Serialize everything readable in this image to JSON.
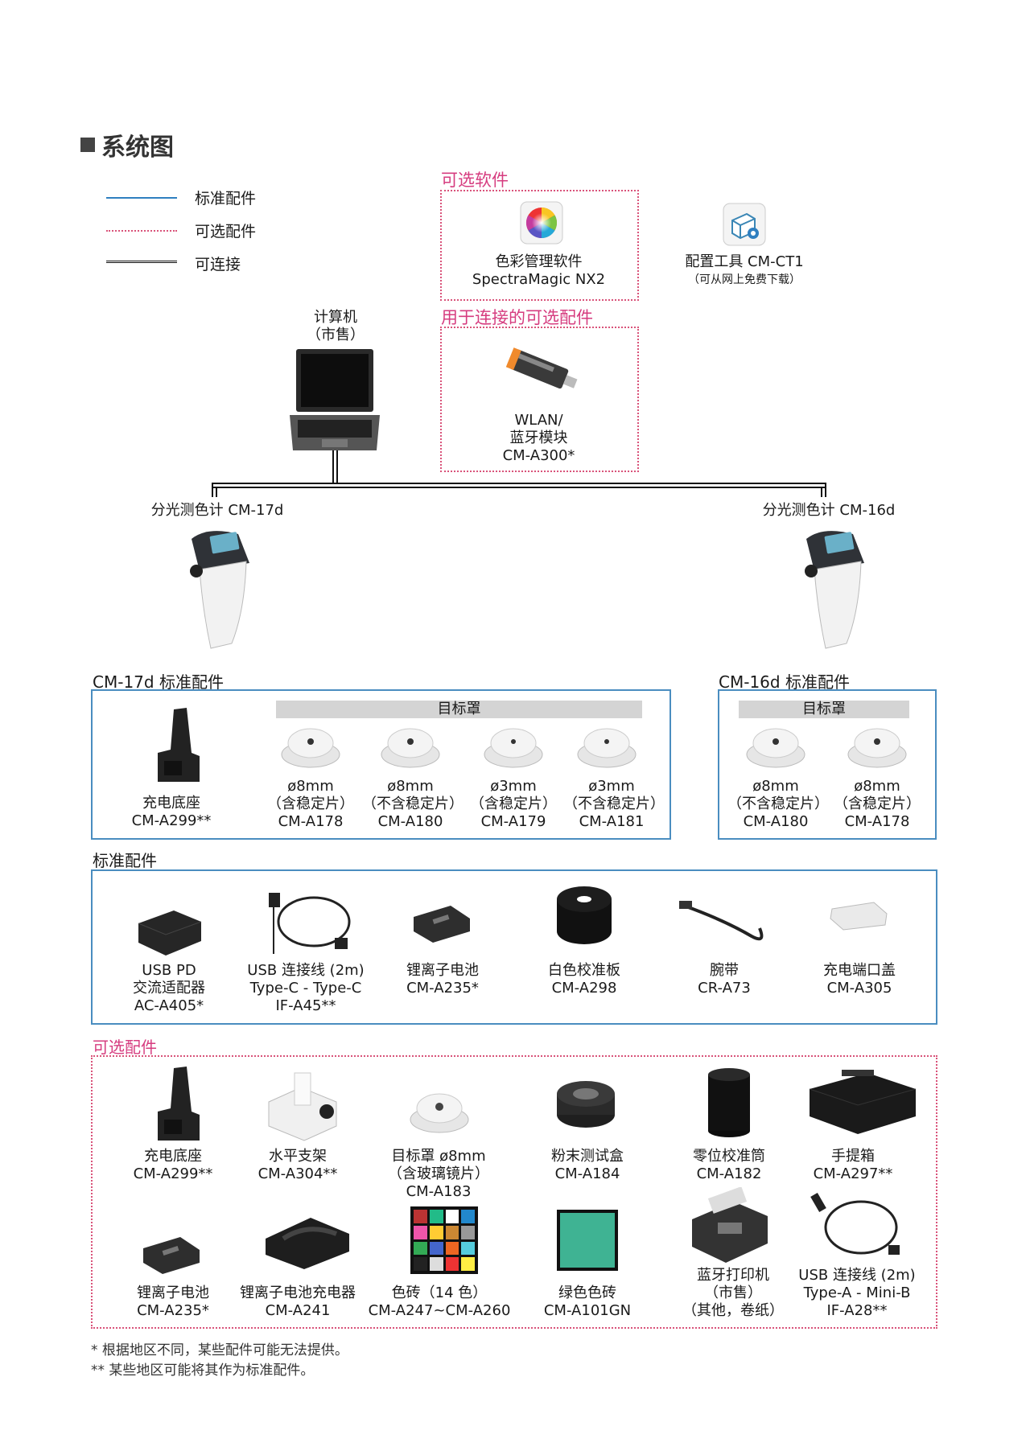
{
  "title": "系统图",
  "legend": {
    "standard": "标准配件",
    "optional": "可选配件",
    "connectable": "可连接"
  },
  "software_section": {
    "label": "可选软件",
    "spectramagic": {
      "line1": "色彩管理软件",
      "line2": "SpectraMagic NX2"
    }
  },
  "config_tool": {
    "line1": "配置工具 CM-CT1",
    "line2": "（可从网上免费下载）"
  },
  "connection_section": {
    "label": "用于连接的可选配件",
    "wlan": {
      "line1": "WLAN/",
      "line2": "蓝牙模块",
      "line3": "CM-A300*"
    }
  },
  "computer": {
    "line1": "计算机",
    "line2": "（市售）"
  },
  "instruments": {
    "left": "分光测色计 CM-17d",
    "right": "分光测色计 CM-16d"
  },
  "cm17d_std": {
    "label": "CM-17d 标准配件",
    "target_mask_header": "目标罩",
    "charger": {
      "line1": "充电底座",
      "line2": "CM-A299**"
    },
    "masks": [
      {
        "line1": "ø8mm",
        "line2": "（含稳定片）",
        "line3": "CM-A178"
      },
      {
        "line1": "ø8mm",
        "line2": "（不含稳定片）",
        "line3": "CM-A180"
      },
      {
        "line1": "ø3mm",
        "line2": "（含稳定片）",
        "line3": "CM-A179"
      },
      {
        "line1": "ø3mm",
        "line2": "（不含稳定片）",
        "line3": "CM-A181"
      }
    ]
  },
  "cm16d_std": {
    "label": "CM-16d 标准配件",
    "target_mask_header": "目标罩",
    "masks": [
      {
        "line1": "ø8mm",
        "line2": "（不含稳定片）",
        "line3": "CM-A180"
      },
      {
        "line1": "ø8mm",
        "line2": "（含稳定片）",
        "line3": "CM-A178"
      }
    ]
  },
  "std_accessories": {
    "label": "标准配件",
    "items": [
      {
        "line1": "USB PD",
        "line2": "交流适配器",
        "line3": "AC-A405*"
      },
      {
        "line1": "USB 连接线 (2m)",
        "line2": "Type-C - Type-C",
        "line3": "IF-A45**"
      },
      {
        "line1": "锂离子电池",
        "line2": "CM-A235*",
        "line3": ""
      },
      {
        "line1": "白色校准板",
        "line2": "CM-A298",
        "line3": ""
      },
      {
        "line1": "腕带",
        "line2": "CR-A73",
        "line3": ""
      },
      {
        "line1": "充电端口盖",
        "line2": "CM-A305",
        "line3": ""
      }
    ]
  },
  "optional_accessories": {
    "label": "可选配件",
    "row1": [
      {
        "line1": "充电底座",
        "line2": "CM-A299**",
        "line3": ""
      },
      {
        "line1": "水平支架",
        "line2": "CM-A304**",
        "line3": ""
      },
      {
        "line1": "目标罩 ø8mm",
        "line2": "（含玻璃镜片）",
        "line3": "CM-A183"
      },
      {
        "line1": "粉末测试盒",
        "line2": "CM-A184",
        "line3": ""
      },
      {
        "line1": "零位校准筒",
        "line2": "CM-A182",
        "line3": ""
      },
      {
        "line1": "手提箱",
        "line2": "CM-A297**",
        "line3": ""
      }
    ],
    "row2": [
      {
        "line1": "锂离子电池",
        "line2": "CM-A235*",
        "line3": ""
      },
      {
        "line1": "锂离子电池充电器",
        "line2": "CM-A241",
        "line3": ""
      },
      {
        "line1": "色砖（14 色）",
        "line2": "CM-A247~CM-A260",
        "line3": ""
      },
      {
        "line1": "绿色色砖",
        "line2": "CM-A101GN",
        "line3": ""
      },
      {
        "line1": "蓝牙打印机",
        "line2": "（市售）",
        "line3": "（其他，卷纸）"
      },
      {
        "line1": "USB 连接线 (2m)",
        "line2": "Type-A - Mini-B",
        "line3": "IF-A28**"
      }
    ]
  },
  "footnotes": {
    "one": "*   根据地区不同，某些配件可能无法提供。",
    "two": "**  某些地区可能将其作为标准配件。"
  },
  "colors": {
    "standard_line": "#2f7fc0",
    "optional_line": "#d9537a",
    "optional_label": "#d63c7f"
  }
}
